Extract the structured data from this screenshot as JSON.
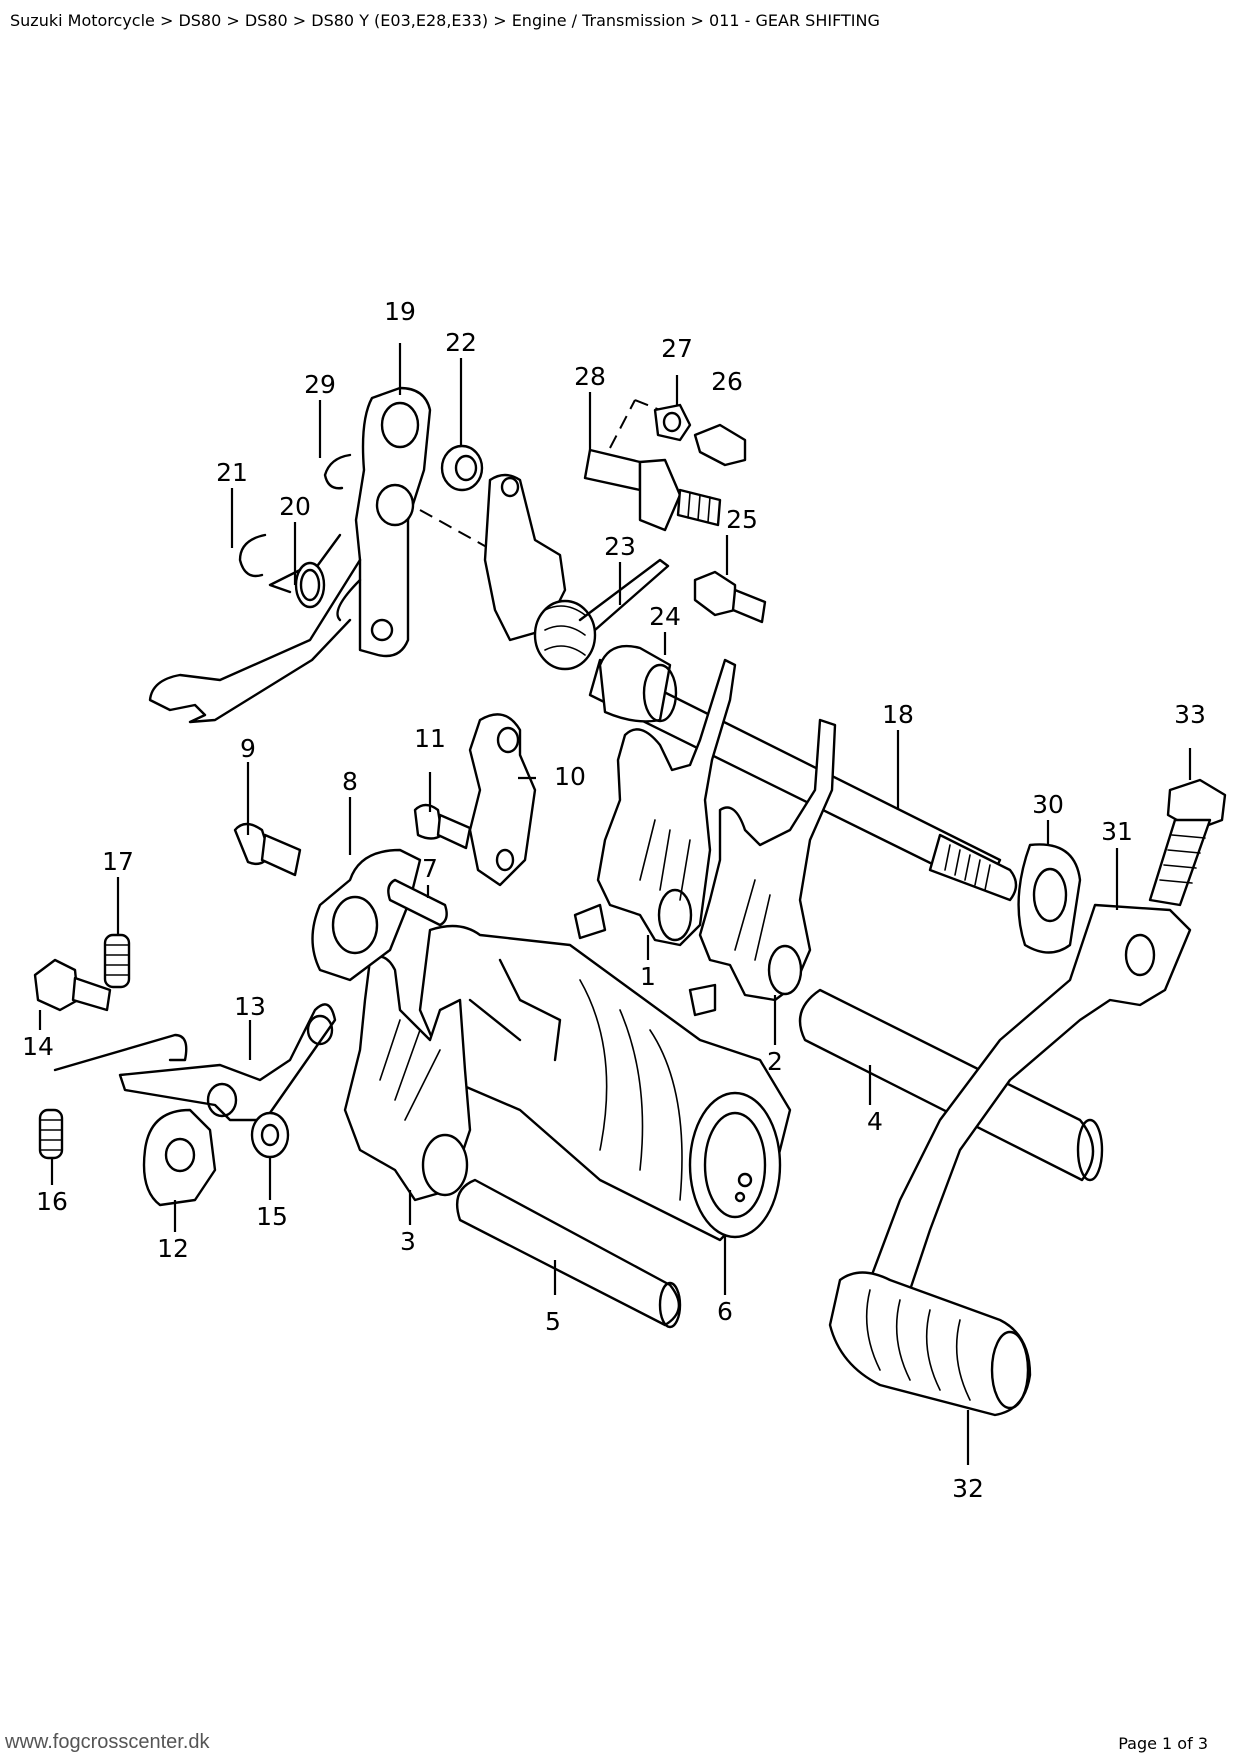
{
  "header": {
    "breadcrumb": "Suzuki Motorcycle > DS80 > DS80 > DS80 Y (E03,E28,E33) > Engine / Transmission > 011 - GEAR SHIFTING"
  },
  "diagram": {
    "callouts": [
      "1",
      "2",
      "3",
      "4",
      "5",
      "6",
      "7",
      "8",
      "9",
      "10",
      "11",
      "12",
      "13",
      "14",
      "15",
      "16",
      "17",
      "18",
      "19",
      "20",
      "21",
      "22",
      "23",
      "24",
      "25",
      "26",
      "27",
      "28",
      "29",
      "30",
      "31",
      "32",
      "33"
    ]
  },
  "footer": {
    "site": "www.fogcrosscenter.dk",
    "page": "Page 1 of 3"
  }
}
